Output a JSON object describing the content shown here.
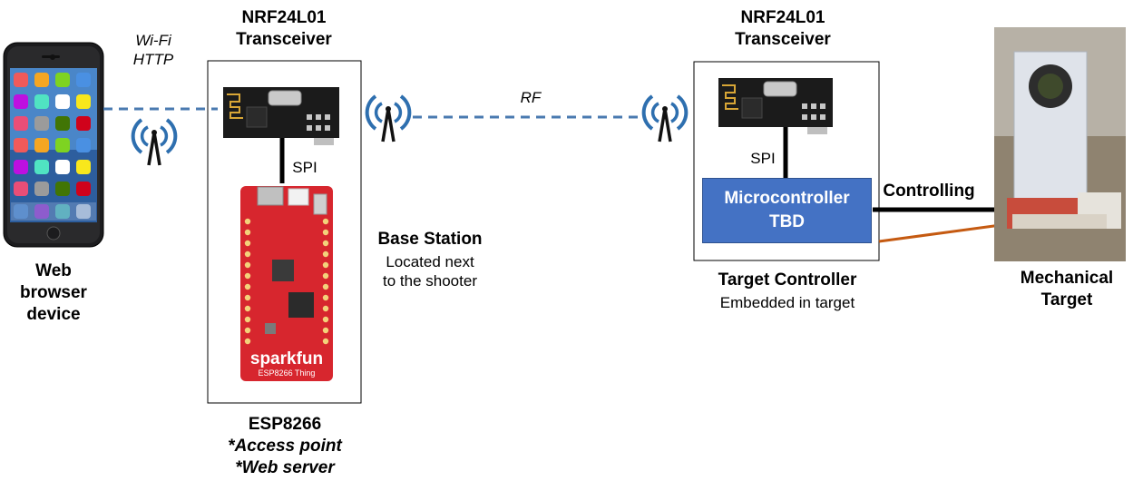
{
  "colors": {
    "dashed_link": "#4a7ab0",
    "antenna_wave": "#2e6faf",
    "microcontroller_fill": "#4472c4",
    "orange_link": "#c55a11",
    "board_red": "#d7262e"
  },
  "phone": {
    "label_lines": [
      "Web",
      "browser",
      "device"
    ]
  },
  "wifi": {
    "line1": "Wi-Fi",
    "line2": "HTTP"
  },
  "base_transceiver": {
    "title_line1": "NRF24L01",
    "title_line2": "Transceiver",
    "spi_label": "SPI"
  },
  "esp_board": {
    "brand": "sparkfun",
    "model": "ESP8266 Thing"
  },
  "esp_caption": {
    "title": "ESP8266",
    "line1": "*Access point",
    "line2": "*Web server"
  },
  "base_station": {
    "title": "Base Station",
    "line1": "Located next",
    "line2": "to the shooter"
  },
  "rf_link": {
    "label": "RF"
  },
  "target_transceiver": {
    "title_line1": "NRF24L01",
    "title_line2": "Transceiver",
    "spi_label": "SPI"
  },
  "microcontroller": {
    "line1": "Microcontroller",
    "line2": "TBD"
  },
  "target_controller": {
    "title": "Target Controller",
    "subtitle": "Embedded in target"
  },
  "controlling": {
    "label": "Controlling"
  },
  "mechanical_target": {
    "line1": "Mechanical",
    "line2": "Target"
  }
}
